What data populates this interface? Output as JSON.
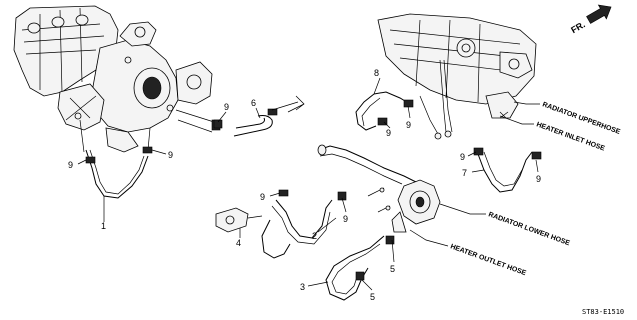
{
  "orientation": {
    "label": "FR."
  },
  "callouts": {
    "c1": "1",
    "c2": "2",
    "c3": "3",
    "c4": "4",
    "c5a": "5",
    "c5b": "5",
    "c6": "6",
    "c7": "7",
    "c8": "8",
    "c9a": "9",
    "c9b": "9",
    "c9c": "9",
    "c9d": "9",
    "c9e": "9",
    "c9f": "9",
    "c9g": "9",
    "c9h": "9"
  },
  "labels": {
    "radiator_upper": "RADIATOR UPPERHOSE",
    "heater_inlet": "HEATER INLET HOSE",
    "radiator_lower": "RADIATOR LOWER HOSE",
    "heater_outlet": "HEATER OUTLET HOSE"
  },
  "diagram_code": "ST83-E1510",
  "colors": {
    "line": "#000000",
    "background": "#ffffff"
  }
}
